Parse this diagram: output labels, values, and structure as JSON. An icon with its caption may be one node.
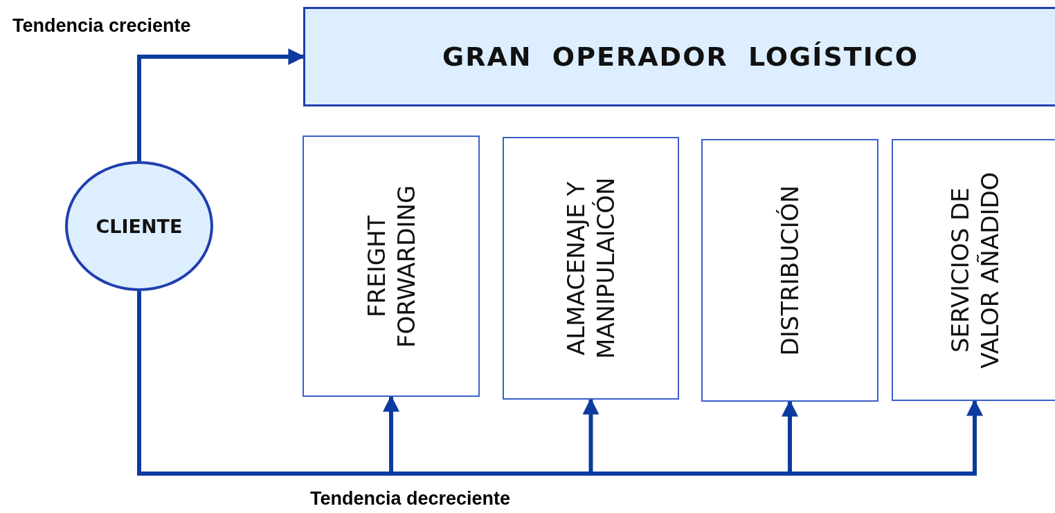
{
  "diagram": {
    "nodes": [
      {
        "text": [
          "GRAN OPERADOR LOGÍSTICO"
        ]
      },
      {
        "text": [
          "FREIGHT FORWARDING"
        ]
      },
      {
        "text": [
          "ALMACENAJE Y MANIPULAICÓN"
        ]
      },
      {
        "text": [
          "DISTRIBUCIÓN"
        ]
      },
      {
        "text": [
          "SERVICIOS DE VALOR AÑADIDO"
        ]
      },
      {
        "text": [
          "CLIENTE"
        ]
      }
    ],
    "edges": [
      {
        "from": 5,
        "to": 0,
        "arrow": "to"
      },
      {
        "from": 5,
        "to": 1,
        "arrow": "to"
      },
      {
        "from": 5,
        "to": 2,
        "arrow": "to"
      },
      {
        "from": 5,
        "to": 3,
        "arrow": "to"
      },
      {
        "from": 5,
        "to": 4,
        "arrow": "to"
      }
    ],
    "labels": [
      "Tendencia creciente",
      "Tendencia decreciente"
    ]
  }
}
